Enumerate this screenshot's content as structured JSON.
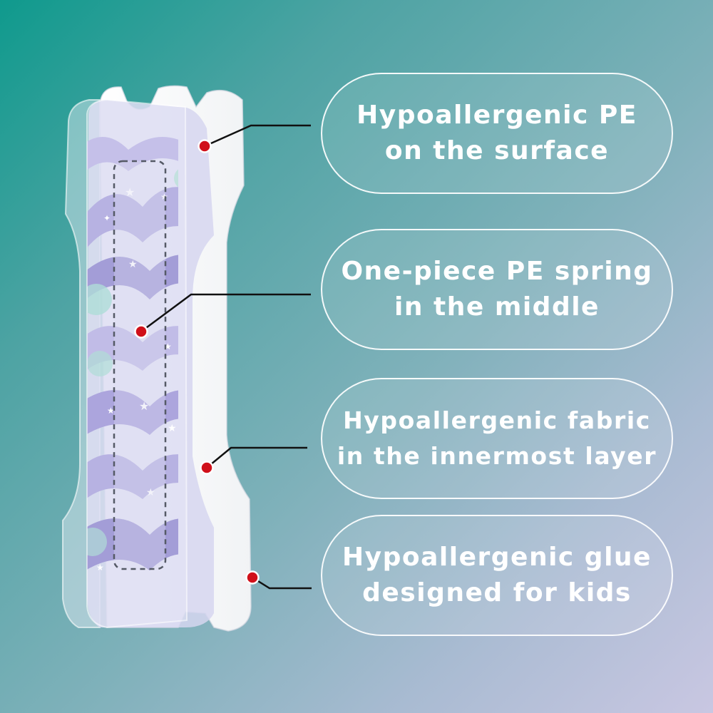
{
  "callouts": [
    {
      "line1": "Hypoallergenic PE",
      "line2": "on the surface"
    },
    {
      "line1": "One-piece PE spring",
      "line2": "in the middle"
    },
    {
      "line1": "Hypoallergenic fabric",
      "line2": "in the innermost layer"
    },
    {
      "line1": "Hypoallergenic glue",
      "line2": "designed for kids"
    }
  ],
  "colors": {
    "background_start": "#0f9a8d",
    "background_end": "#c9c7e2",
    "marker": "#d0101a",
    "leader_line": "#111111",
    "pattern_purple": "#9a92d6",
    "pattern_teal": "#9ed6cf"
  }
}
